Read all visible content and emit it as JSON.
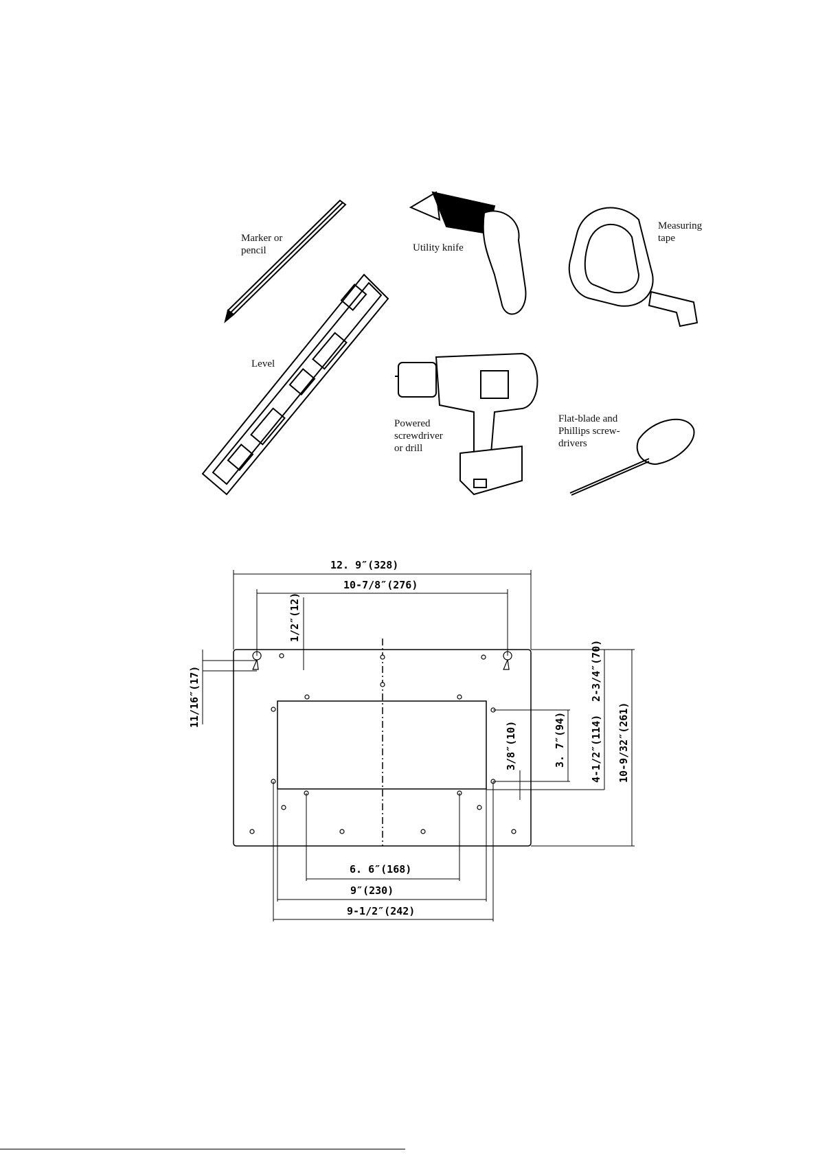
{
  "tools": {
    "marker": "Marker or\npencil",
    "knife": "Utility knife",
    "tape": "Measuring\ntape",
    "level": "Level",
    "drill": "Powered\nscrewdriver\nor drill",
    "screwdrivers": "Flat-blade and\nPhillips screw-\ndrivers"
  },
  "dimensions": {
    "overall_width": "12. 9″(328)",
    "keyhole_spacing": "10-7/8″(276)",
    "top_offset": "1/2″(12)",
    "left_offset": "11/16″(17)",
    "upper_height": "2-3/4″(70)",
    "overall_height": "10-9/32″(261)",
    "inner_height": "4-1/2″(114)",
    "hole_height": "3. 7″(94)",
    "small_offset": "3/8″(10)",
    "hole_span_1": "6. 6″(168)",
    "hole_span_2": "9″(230)",
    "hole_span_3": "9-1/2″(242)"
  }
}
